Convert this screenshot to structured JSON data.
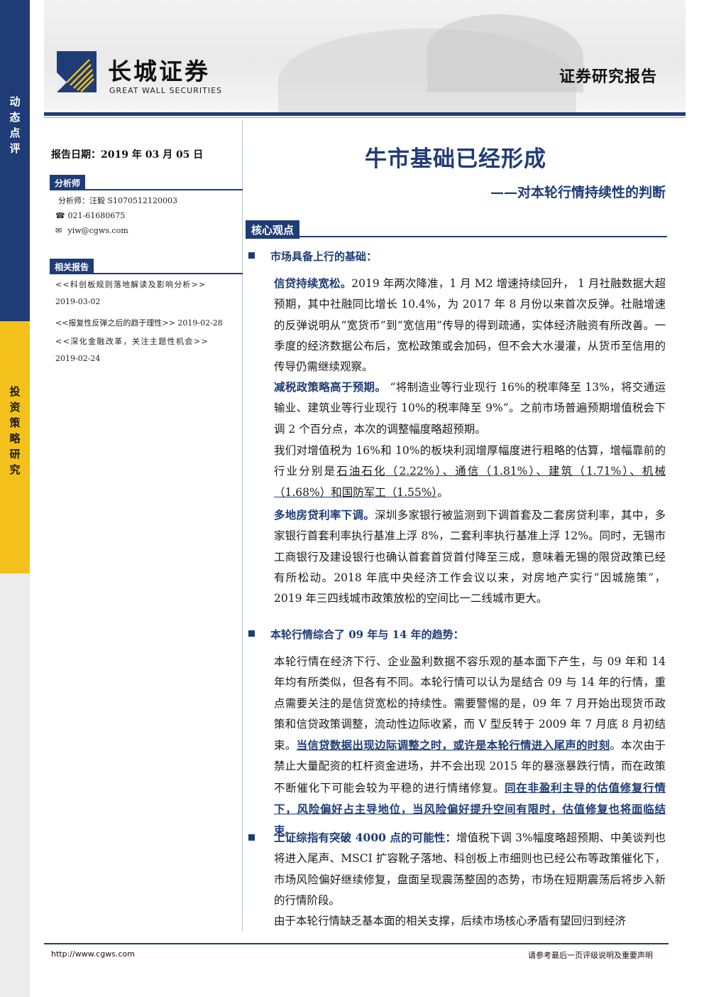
{
  "sidebar": {
    "top_label": "动\n态\n点\n评",
    "mid_label": "投\n资\n策\n略\n研\n究"
  },
  "header": {
    "logo_name": "长城证券",
    "logo_en": "GREAT WALL SECURITIES",
    "report_type": "证券研究报告"
  },
  "left": {
    "report_date": "报告日期：2019 年 03 月 05 日",
    "analyst_section": "分析师",
    "analyst_line": "分析师：汪毅  S1070512120003",
    "phone": "021-61680675",
    "email": "yiw@cgws.com",
    "related_section": "相关报告",
    "related": [
      "<<科创板规则落地解读及影响分析>>",
      "2019-03-02",
      "<<报复性反弹之后的趋于理性>> 2019-02-28",
      "<<深化金融改革，关注主题性机会>>",
      "2019-02-24"
    ]
  },
  "main": {
    "title": "牛市基础已经形成",
    "subtitle": "——对本轮行情持续性的判断",
    "core_section": "核心观点",
    "bullet1": "市场具备上行的基础：",
    "p1_lead": "信贷持续宽松。",
    "p1_text": "2019 年两次降准，1 月 M2 增速持续回升， 1 月社融数据大超预期，其中社融同比增长 10.4%，为 2017 年 8 月份以来首次反弹。社融增速的反弹说明从“宽货币”到“宽信用”传导的得到疏通，实体经济融资有所改善。一季度的经济数据公布后，宽松政策或会加码，但不会大水漫灌，从货币至信用的传导仍需继续观察。",
    "p2_lead": "减税政策略高于预期。",
    "p2_text": " “将制造业等行业现行 16%的税率降至 13%，将交通运输业、建筑业等行业现行 10%的税率降至 9%”。之前市场普遍预期增值税会下调 2 个百分点，本次的调整幅度略超预期。",
    "p3_text_a": "我们对增值税为 16%和 10%的板块利润增厚幅度进行粗略的估算，增幅靠前的行业分别是",
    "p3_text_b": "石油石化（2.22%）、通信（1.81%）、建筑（1.71%）、机械（1.68%）和国防军工（1.55%）",
    "p3_text_c": "。",
    "p4_lead": "多地房贷利率下调。",
    "p4_text": "深圳多家银行被监测到下调首套及二套房贷利率，其中，多家银行首套利率执行基准上浮 8%，二套利率执行基准上浮 12%。同时，无锡市工商银行及建设银行也确认首套首贷首付降至三成，意味着无锡的限贷政策已经有所松动。2018 年底中央经济工作会议以来，对房地产实行“因城施策”， 2019 年三四线城市政策放松的空间比一二线城市更大。",
    "bullet2": "本轮行情综合了 09 年与 14 年的趋势：",
    "p5_text_a": "本轮行情在经济下行、企业盈利数据不容乐观的基本面下产生，与 09 年和 14 年均有所类似，但各有不同。本轮行情可以认为是结合 09 与 14 年的行情，重点需要关注的是信贷宽松的持续性。需要警惕的是，09 年 7 月开始出现货币政策和信贷政策调整，流动性边际收紧，而 V 型反转于 2009 年 7 月底 8 月初结束。",
    "p5_hl1": "当信贷数据出现边际调整之时，或许是本轮行情进入尾声的时刻",
    "p5_text_b": "。本次由于禁止大量配资的杠杆资金进场，并不会出现 2015 年的暴涨暴跌行情，而在政策不断催化下可能会较为平稳的进行情绪修复。",
    "p5_hl2": "同在非盈利主导的估值修复行情下，风险偏好占主导地位，当风险偏好提升空间有限时，估值修复也将面临结束",
    "p5_text_c": "。",
    "bullet3_lead": "上证综指有突破 4000 点的可能性：",
    "bullet3_text": "增值税下调 3%幅度略超预期、中美谈判也将进入尾声、MSCI 扩容靴子落地、科创板上市细则也已经公布等政策催化下，市场风险偏好继续修复，盘面呈现震荡整固的态势，市场在短期震荡后将步入新的行情阶段。",
    "p6_text": "由于本轮行情缺乏基本面的相关支撑，后续市场核心矛盾有望回归到经济"
  },
  "footer": {
    "url": "http://www.cgws.com",
    "note": "请参考最后一页评级说明及重要声明"
  }
}
